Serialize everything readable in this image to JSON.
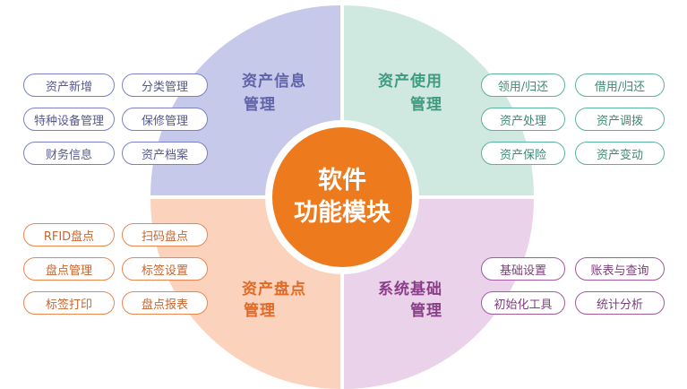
{
  "center": {
    "line1": "软件",
    "line2": "功能模块"
  },
  "quadrants": {
    "top_left": {
      "line1": "资产信息",
      "line2": "管理",
      "fill": "#c7c9ea",
      "text_color": "#5f63a8"
    },
    "top_right": {
      "line1": "资产使用",
      "line2": "管理",
      "fill": "#cfe9e0",
      "text_color": "#3f9a80"
    },
    "bottom_left": {
      "line1": "资产盘点",
      "line2": "管理",
      "fill": "#fbd3bc",
      "text_color": "#e06a26"
    },
    "bottom_right": {
      "line1": "系统基础",
      "line2": "管理",
      "fill": "#ead3ea",
      "text_color": "#8b3e88"
    }
  },
  "center_colors": {
    "fill": "#ee7a1e",
    "ring": "#ffffff"
  },
  "pills": {
    "asset_info": [
      "资产新增",
      "分类管理",
      "特种设备管理",
      "保修管理",
      "财务信息",
      "资产档案"
    ],
    "asset_use": [
      "领用/归还",
      "借用/归还",
      "资产处理",
      "资产调拨",
      "资产保险",
      "资产变动"
    ],
    "inventory": [
      "RFID盘点",
      "扫码盘点",
      "盘点管理",
      "标签设置",
      "标签打印",
      "盘点报表"
    ],
    "system_base": [
      "基础设置",
      "账表与查询",
      "初始化工具",
      "统计分析"
    ]
  }
}
